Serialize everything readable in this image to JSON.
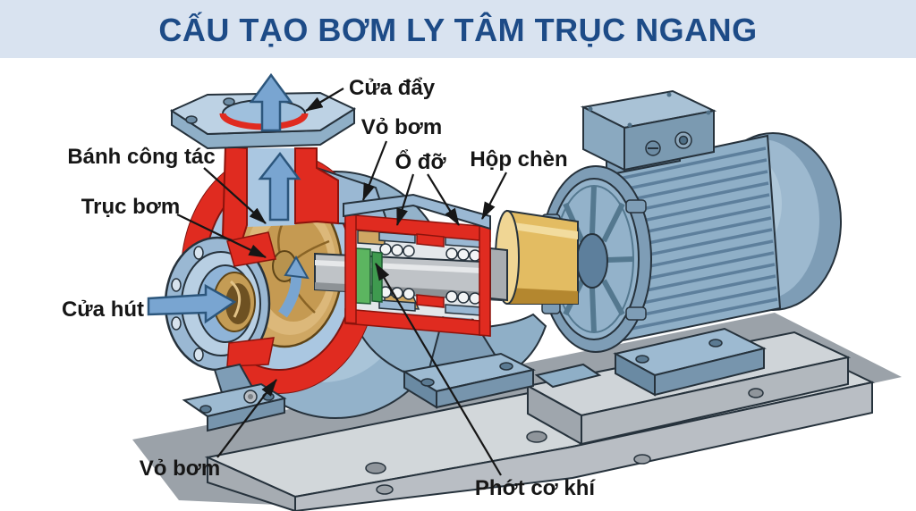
{
  "banner": {
    "title": "CẤU TẠO BƠM LY TÂM TRỤC NGANG"
  },
  "labels": {
    "cua_day": "Cửa đẩy",
    "vo_bom_top": "Vỏ bơm",
    "o_do": "Ổ đỡ",
    "hop_chen": "Hộp chèn",
    "banh_cong_tac": "Bánh công tác",
    "truc_bom": "Trục bơm",
    "cua_hut": "Cửa hút",
    "vo_bom_bottom": "Vỏ bơm",
    "phot_co_khi": "Phớt cơ khí"
  },
  "palette": {
    "banner_bg": "#d9e3f0",
    "title_text": "#1d4b87",
    "label_text": "#161616",
    "cut_section_red": "#e02b20",
    "casing_blue": "#9ab8d3",
    "casing_blue_light": "#b8cfe3",
    "motor_blue": "#8fafc7",
    "impeller_bronze": "#cfa763",
    "shaft_grey": "#bfc3c7",
    "seal_green": "#5cb560",
    "coupling_gold": "#e3bc62",
    "baseplate_grey": "#d2d7da",
    "ground_grey": "#9ba2a9",
    "flow_arrow_blue": "#79a5d1"
  }
}
